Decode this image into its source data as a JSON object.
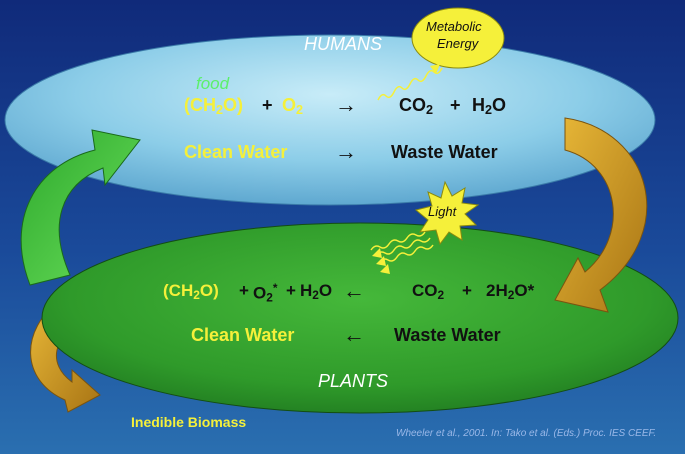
{
  "humans": {
    "label": "HUMANS",
    "food_label": "food",
    "reactant1": "(CH",
    "reactant1_sub": "2",
    "reactant1_end": "O)",
    "plus1": "+",
    "reactant2": "O",
    "reactant2_sub": "2",
    "arrow": "→",
    "product1": "CO",
    "product1_sub": "2",
    "plus2": "+",
    "product2": "H",
    "product2_sub": "2",
    "product2_end": "O",
    "water_in": "Clean Water",
    "water_arrow": "→",
    "water_out": "Waste Water"
  },
  "metabolic": {
    "line1": "Metabolic",
    "line2": "Energy"
  },
  "light": {
    "label": "Light"
  },
  "plants": {
    "label": "PLANTS",
    "product1": "(CH",
    "product1_sub": "2",
    "product1_end": "O)",
    "plus1": "+",
    "product2": "O",
    "product2_sub": "2",
    "product2_star": "*",
    "plus2": "+",
    "product3": "H",
    "product3_sub": "2",
    "product3_end": "O",
    "arrow": "←",
    "reactant1": "CO",
    "reactant1_sub": "2",
    "plus3": "+",
    "reactant2": "2H",
    "reactant2_sub": "2",
    "reactant2_end": "O*",
    "water_out": "Clean Water",
    "water_arrow": "←",
    "water_in": "Waste Water"
  },
  "inedible": "Inedible Biomass",
  "citation": "Wheeler et al., 2001. In: Tako et al. (Eds.) Proc. IES CEEF.",
  "colors": {
    "background_top": "#102a7a",
    "humans_ellipse": "#8ccde8",
    "plants_ellipse": "#2f9a2a",
    "green_arrow": "#3cc43a",
    "gold_arrow": "#c8961e",
    "metabolic_ellipse": "#f5f03a",
    "light_star": "#f5f03a"
  }
}
